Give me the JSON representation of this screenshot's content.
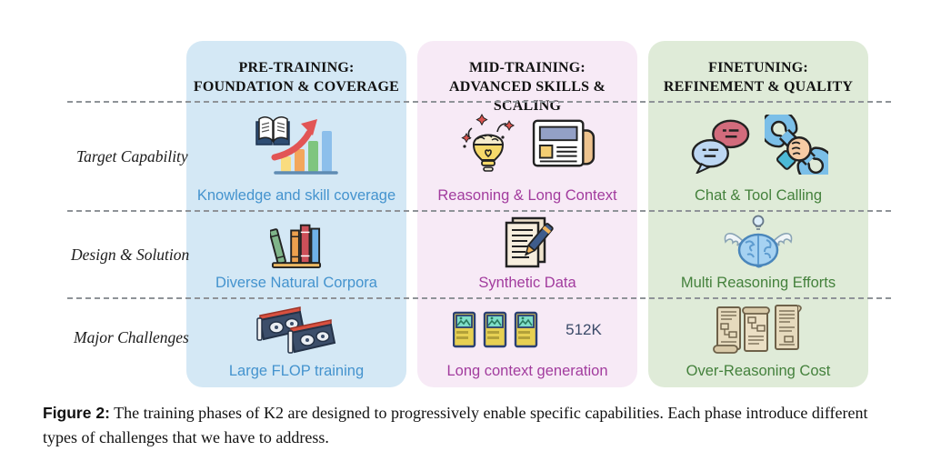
{
  "figure": {
    "row_labels": [
      "Target Capability",
      "Design & Solution",
      "Major Challenges"
    ],
    "columns": [
      {
        "header_line1": "PRE-TRAINING:",
        "header_line2": "FOUNDATION & COVERAGE",
        "bg_color": "#d4e8f5",
        "text_color": "#4493ce",
        "rows": [
          {
            "label": "Knowledge and skill coverage",
            "icon": "book-growth-chart"
          },
          {
            "label": "Diverse Natural Corpora",
            "icon": "bookshelf"
          },
          {
            "label": "Large FLOP training",
            "icon": "gpu-cards"
          }
        ]
      },
      {
        "header_line1": "MID-TRAINING:",
        "header_line2": "ADVANCED SKILLS & SCALING",
        "bg_color": "#f7eaf6",
        "text_color": "#a23c9e",
        "rows": [
          {
            "label": "Reasoning & Long Context",
            "icon": "idea-bulb-and-newspaper"
          },
          {
            "label": "Synthetic Data",
            "icon": "document-pencil"
          },
          {
            "label": "Long context generation",
            "icon": "image-documents",
            "badge": "512K"
          }
        ]
      },
      {
        "header_line1": "FINETUNING:",
        "header_line2": "REFINEMENT & QUALITY",
        "bg_color": "#dfebd8",
        "text_color": "#44813c",
        "rows": [
          {
            "label": "Chat & Tool Calling",
            "icon": "chat-bubbles-and-wrench-hand"
          },
          {
            "label": "Multi Reasoning Efforts",
            "icon": "winged-brain"
          },
          {
            "label": "Over-Reasoning Cost",
            "icon": "scrolls"
          }
        ]
      }
    ]
  },
  "caption": {
    "label": "Figure 2:",
    "text": "The training phases of K2 are designed to progressively enable specific capabilities. Each phase introduce different types of challenges that we have to address."
  }
}
